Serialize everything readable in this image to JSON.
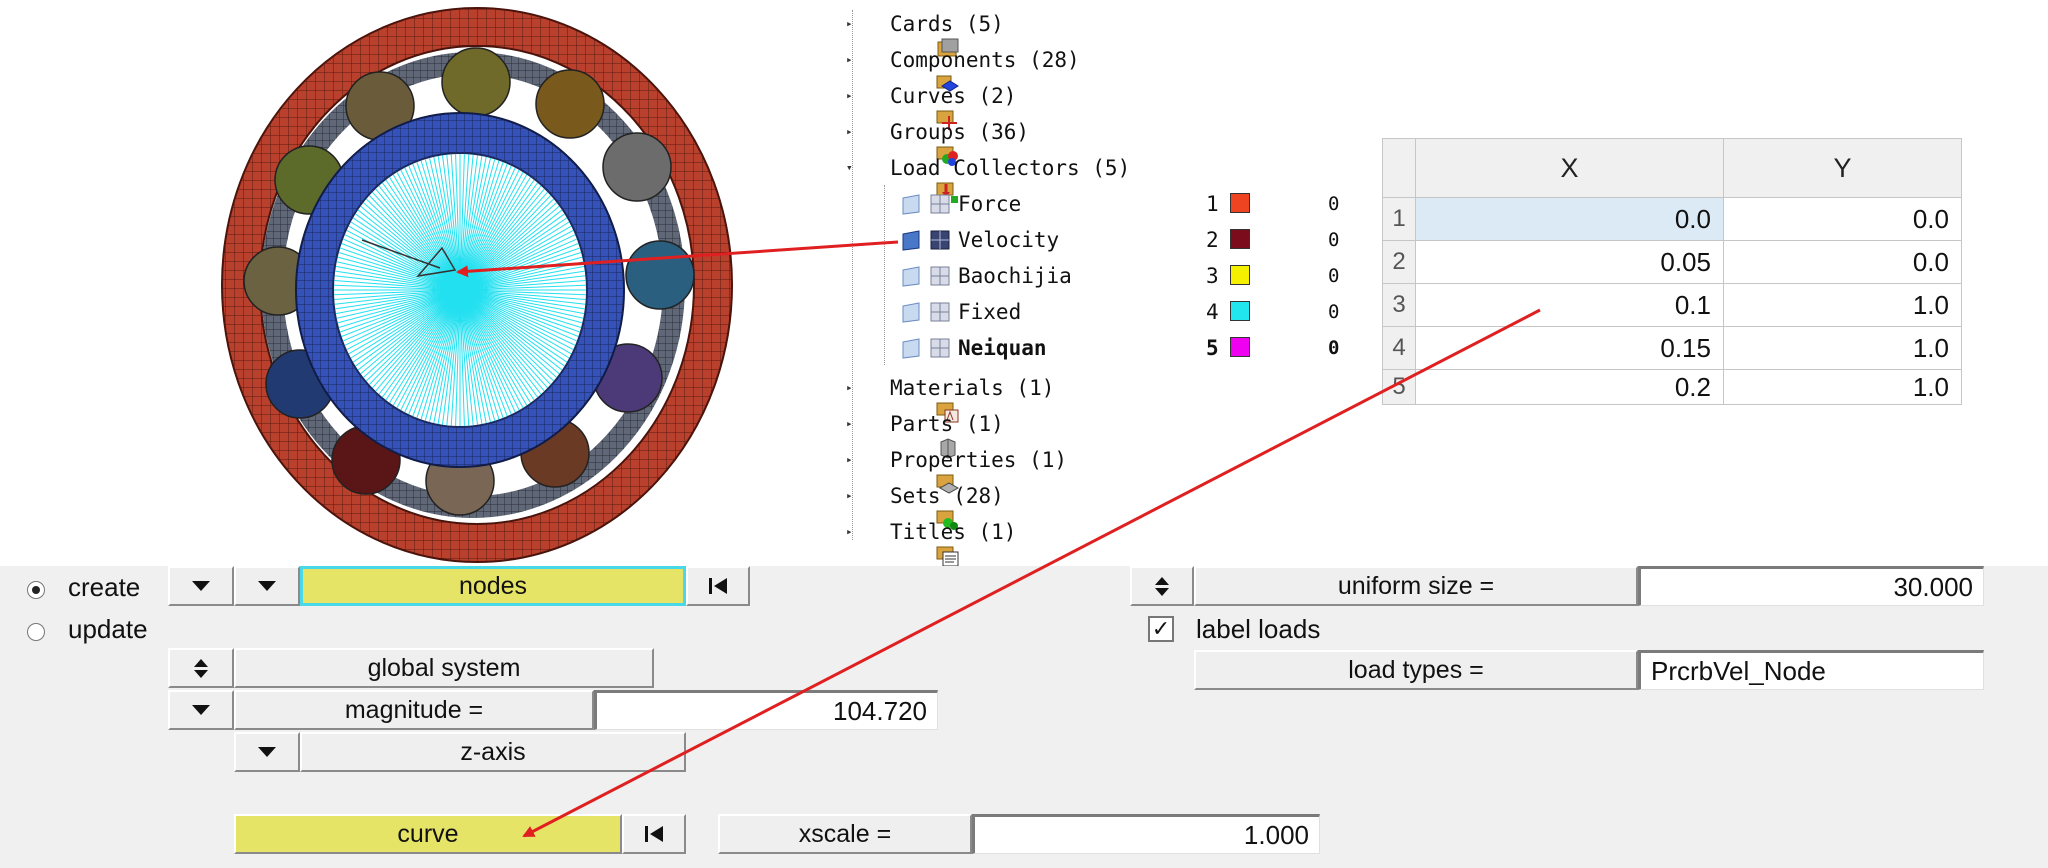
{
  "model_tree": {
    "items": [
      {
        "label": "Cards (5)",
        "icon": "cards-icon"
      },
      {
        "label": "Components (28)",
        "icon": "components-icon"
      },
      {
        "label": "Curves (2)",
        "icon": "curves-icon"
      },
      {
        "label": "Groups (36)",
        "icon": "groups-icon"
      },
      {
        "label": "Load Collectors (5)",
        "icon": "load-collectors-icon"
      },
      {
        "label": "Materials (1)",
        "icon": "materials-icon"
      },
      {
        "label": "Parts (1)",
        "icon": "parts-icon"
      },
      {
        "label": "Properties (1)",
        "icon": "properties-icon"
      },
      {
        "label": "Sets (28)",
        "icon": "sets-icon"
      },
      {
        "label": "Titles (1)",
        "icon": "titles-icon"
      }
    ],
    "load_collectors": [
      {
        "name": "Force",
        "id": "1",
        "color": "#ee4422",
        "value": "0"
      },
      {
        "name": "Velocity",
        "id": "2",
        "color": "#7a0c1c",
        "value": "0"
      },
      {
        "name": "Baochijia",
        "id": "3",
        "color": "#f4f000",
        "value": "0"
      },
      {
        "name": "Fixed",
        "id": "4",
        "color": "#22e6ee",
        "value": "0"
      },
      {
        "name": "Neiquan",
        "id": "5",
        "color": "#f000f0",
        "value": "0"
      }
    ]
  },
  "curve_table": {
    "headers": [
      "X",
      "Y"
    ],
    "rows": [
      {
        "n": "1",
        "x": "0.0",
        "y": "0.0"
      },
      {
        "n": "2",
        "x": "0.05",
        "y": "0.0"
      },
      {
        "n": "3",
        "x": "0.1",
        "y": "1.0"
      },
      {
        "n": "4",
        "x": "0.15",
        "y": "1.0"
      },
      {
        "n": "5",
        "x": "0.2",
        "y": "1.0"
      }
    ]
  },
  "panel": {
    "create_label": "create",
    "update_label": "update",
    "nodes_label": "nodes",
    "global_system_label": "global system",
    "magnitude_label": "magnitude =",
    "magnitude_value": "104.720",
    "axis_label": "z-axis",
    "curve_label": "curve",
    "xscale_label": "xscale =",
    "xscale_value": "1.000",
    "uniform_size_label": "uniform size =",
    "uniform_size_value": "30.000",
    "label_loads_label": "label loads",
    "label_loads_checked": true,
    "load_types_label": "load types =",
    "load_types_value": "PrcrbVel_Node"
  },
  "colors": {
    "outer_ring": "#b8402c",
    "inner_ring": "#3450b8",
    "hub": "#22e0f0",
    "annotation_arrow": "#e02020",
    "highlight_button": "#e6e467"
  }
}
